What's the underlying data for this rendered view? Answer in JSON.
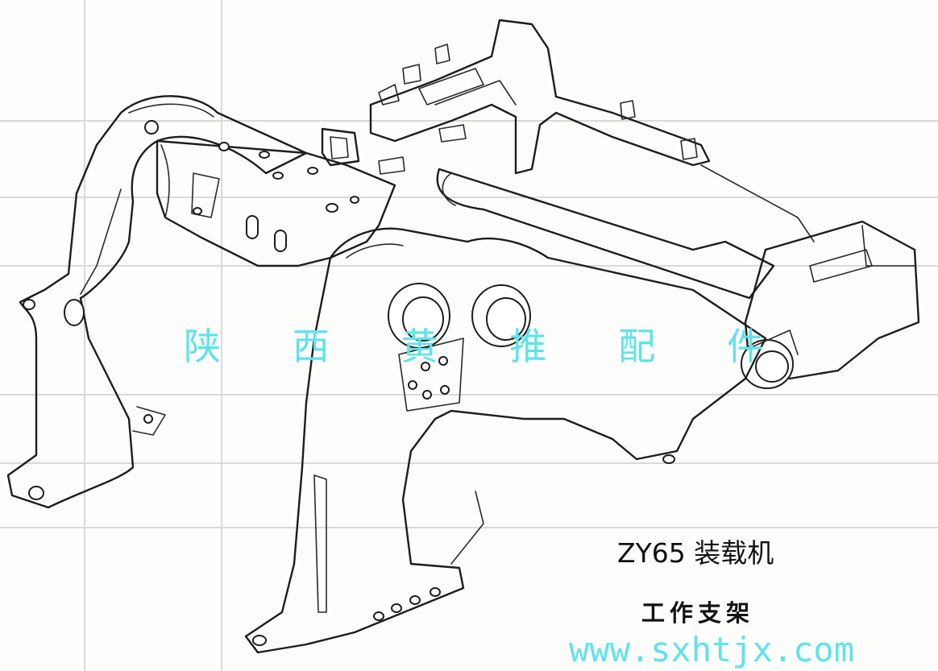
{
  "watermark": {
    "chars": [
      "陕",
      "西",
      "黄",
      "推",
      "配",
      "件"
    ],
    "color": "#5fe3ea"
  },
  "caption": {
    "model": "ZY65 装载机",
    "part": "工作支架"
  },
  "site": {
    "url": "www.sxhtjx.com",
    "color": "#5fe3ea"
  }
}
